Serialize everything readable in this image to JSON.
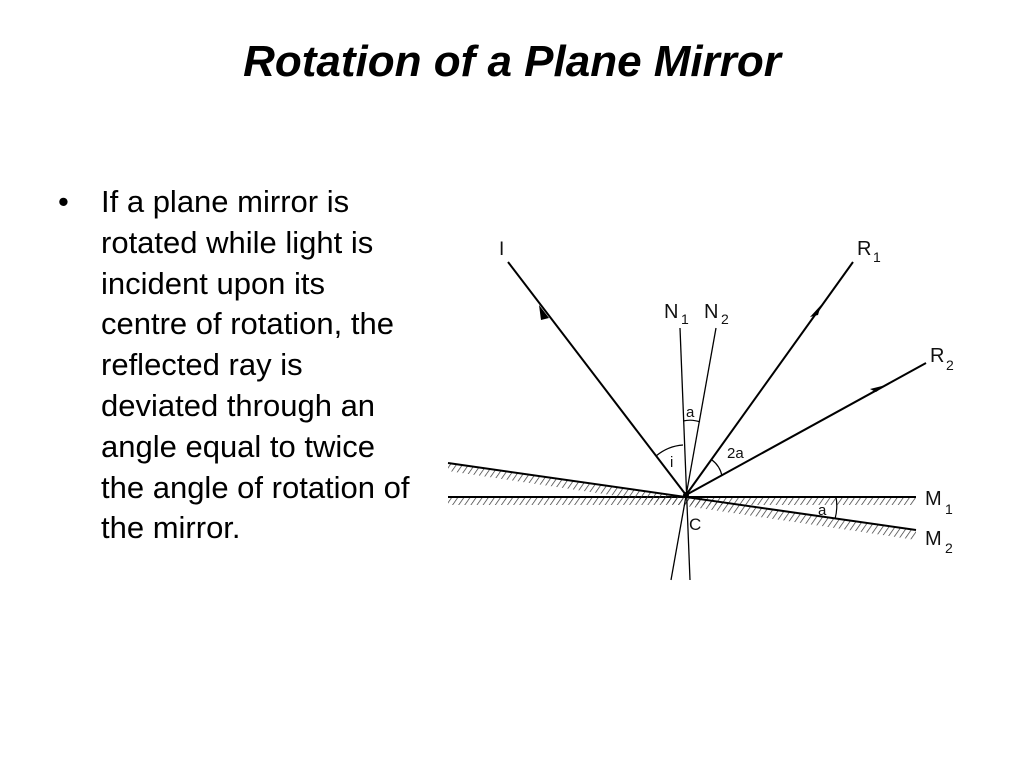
{
  "slide": {
    "title": "Rotation of a Plane Mirror",
    "bullet_text": "If a plane mirror is rotated while light is incident upon its centre of rotation, the reflected ray is deviated through an angle equal to twice the angle of rotation of the mirror."
  },
  "diagram": {
    "labels": {
      "incident": "I",
      "reflected_1": "R",
      "reflected_1_sub": "1",
      "reflected_2": "R",
      "reflected_2_sub": "2",
      "normal_1": "N",
      "normal_1_sub": "1",
      "normal_2": "N",
      "normal_2_sub": "2",
      "mirror_1": "M",
      "mirror_1_sub": "1",
      "mirror_2": "M",
      "mirror_2_sub": "2",
      "centre": "C",
      "angle_incidence": "i",
      "angle_rotation_normal": "a",
      "angle_deviation": "2a",
      "angle_rotation_mirror": "a"
    }
  }
}
